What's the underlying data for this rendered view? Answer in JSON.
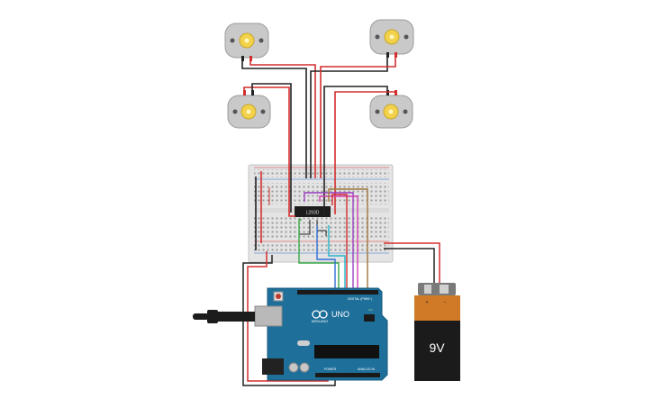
{
  "motors": [
    {
      "label": ""
    },
    {
      "label": ""
    },
    {
      "label": ""
    },
    {
      "label": ""
    }
  ],
  "driver_chip": {
    "label": "L293D"
  },
  "battery": {
    "voltage_label": "9V",
    "plus": "+",
    "minus": "−"
  },
  "arduino": {
    "board_name": "UNO",
    "brand": "ARDUINO",
    "digital_label": "DIGITAL (PWM~)",
    "power_label": "POWER",
    "analog_label": "ANALOG IN",
    "on_label": "ON"
  },
  "colors": {
    "wire_red": "#d32f2f",
    "wire_black": "#222222",
    "wire_green": "#3aa84a",
    "wire_blue": "#2f6fd6",
    "wire_cyan": "#27b3c9",
    "wire_purple": "#9a3fc1",
    "wire_magenta": "#d63fb5",
    "wire_brown": "#a0763a",
    "arduino_blue": "#1e6f9a",
    "breadboard": "#e4e4e4",
    "battery_orange": "#d07a28",
    "battery_black": "#1b1b1b"
  }
}
